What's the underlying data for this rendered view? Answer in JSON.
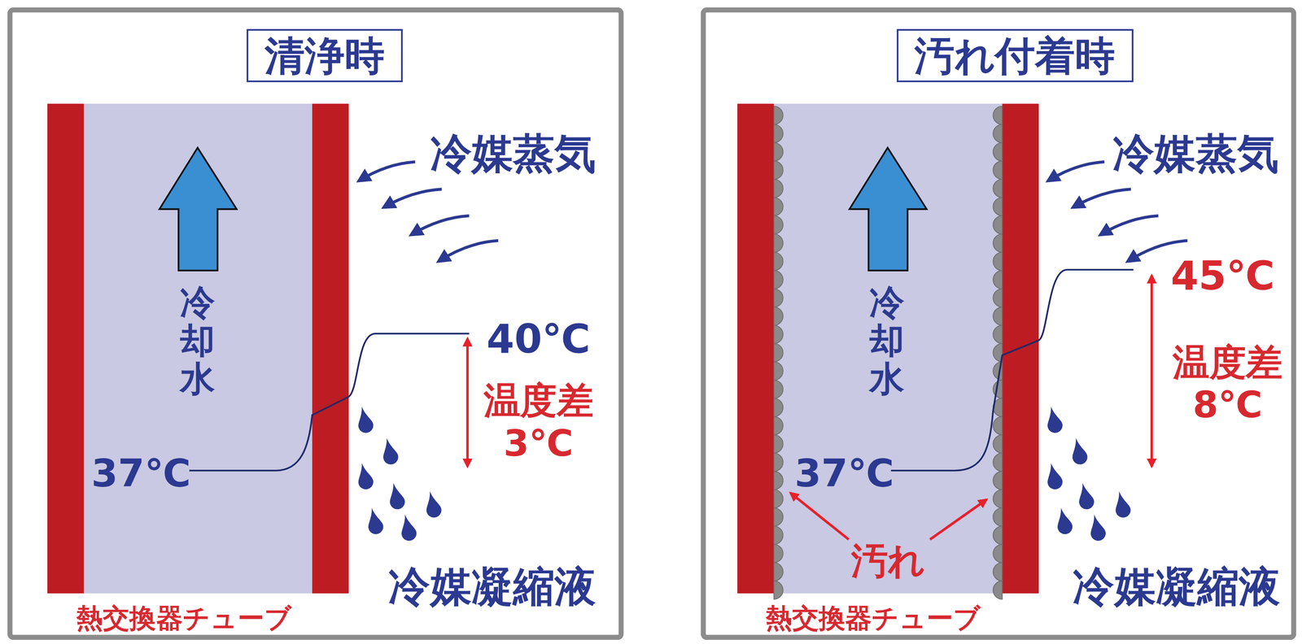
{
  "diagram": {
    "nodes": [
      {
        "text": [
          "清浄時"
        ]
      },
      {
        "text": [
          "汚れ付着時"
        ]
      }
    ],
    "labels": [
      "冷媒蒸気",
      "冷却水",
      "40℃",
      "温度差 3℃",
      "37℃",
      "冷媒凝縮液",
      "熱交換器チューブ",
      "冷媒蒸気",
      "冷却水",
      "45℃",
      "温度差 8℃",
      "37℃",
      "汚れ",
      "冷媒凝縮液",
      "熱交換器チューブ"
    ]
  }
}
